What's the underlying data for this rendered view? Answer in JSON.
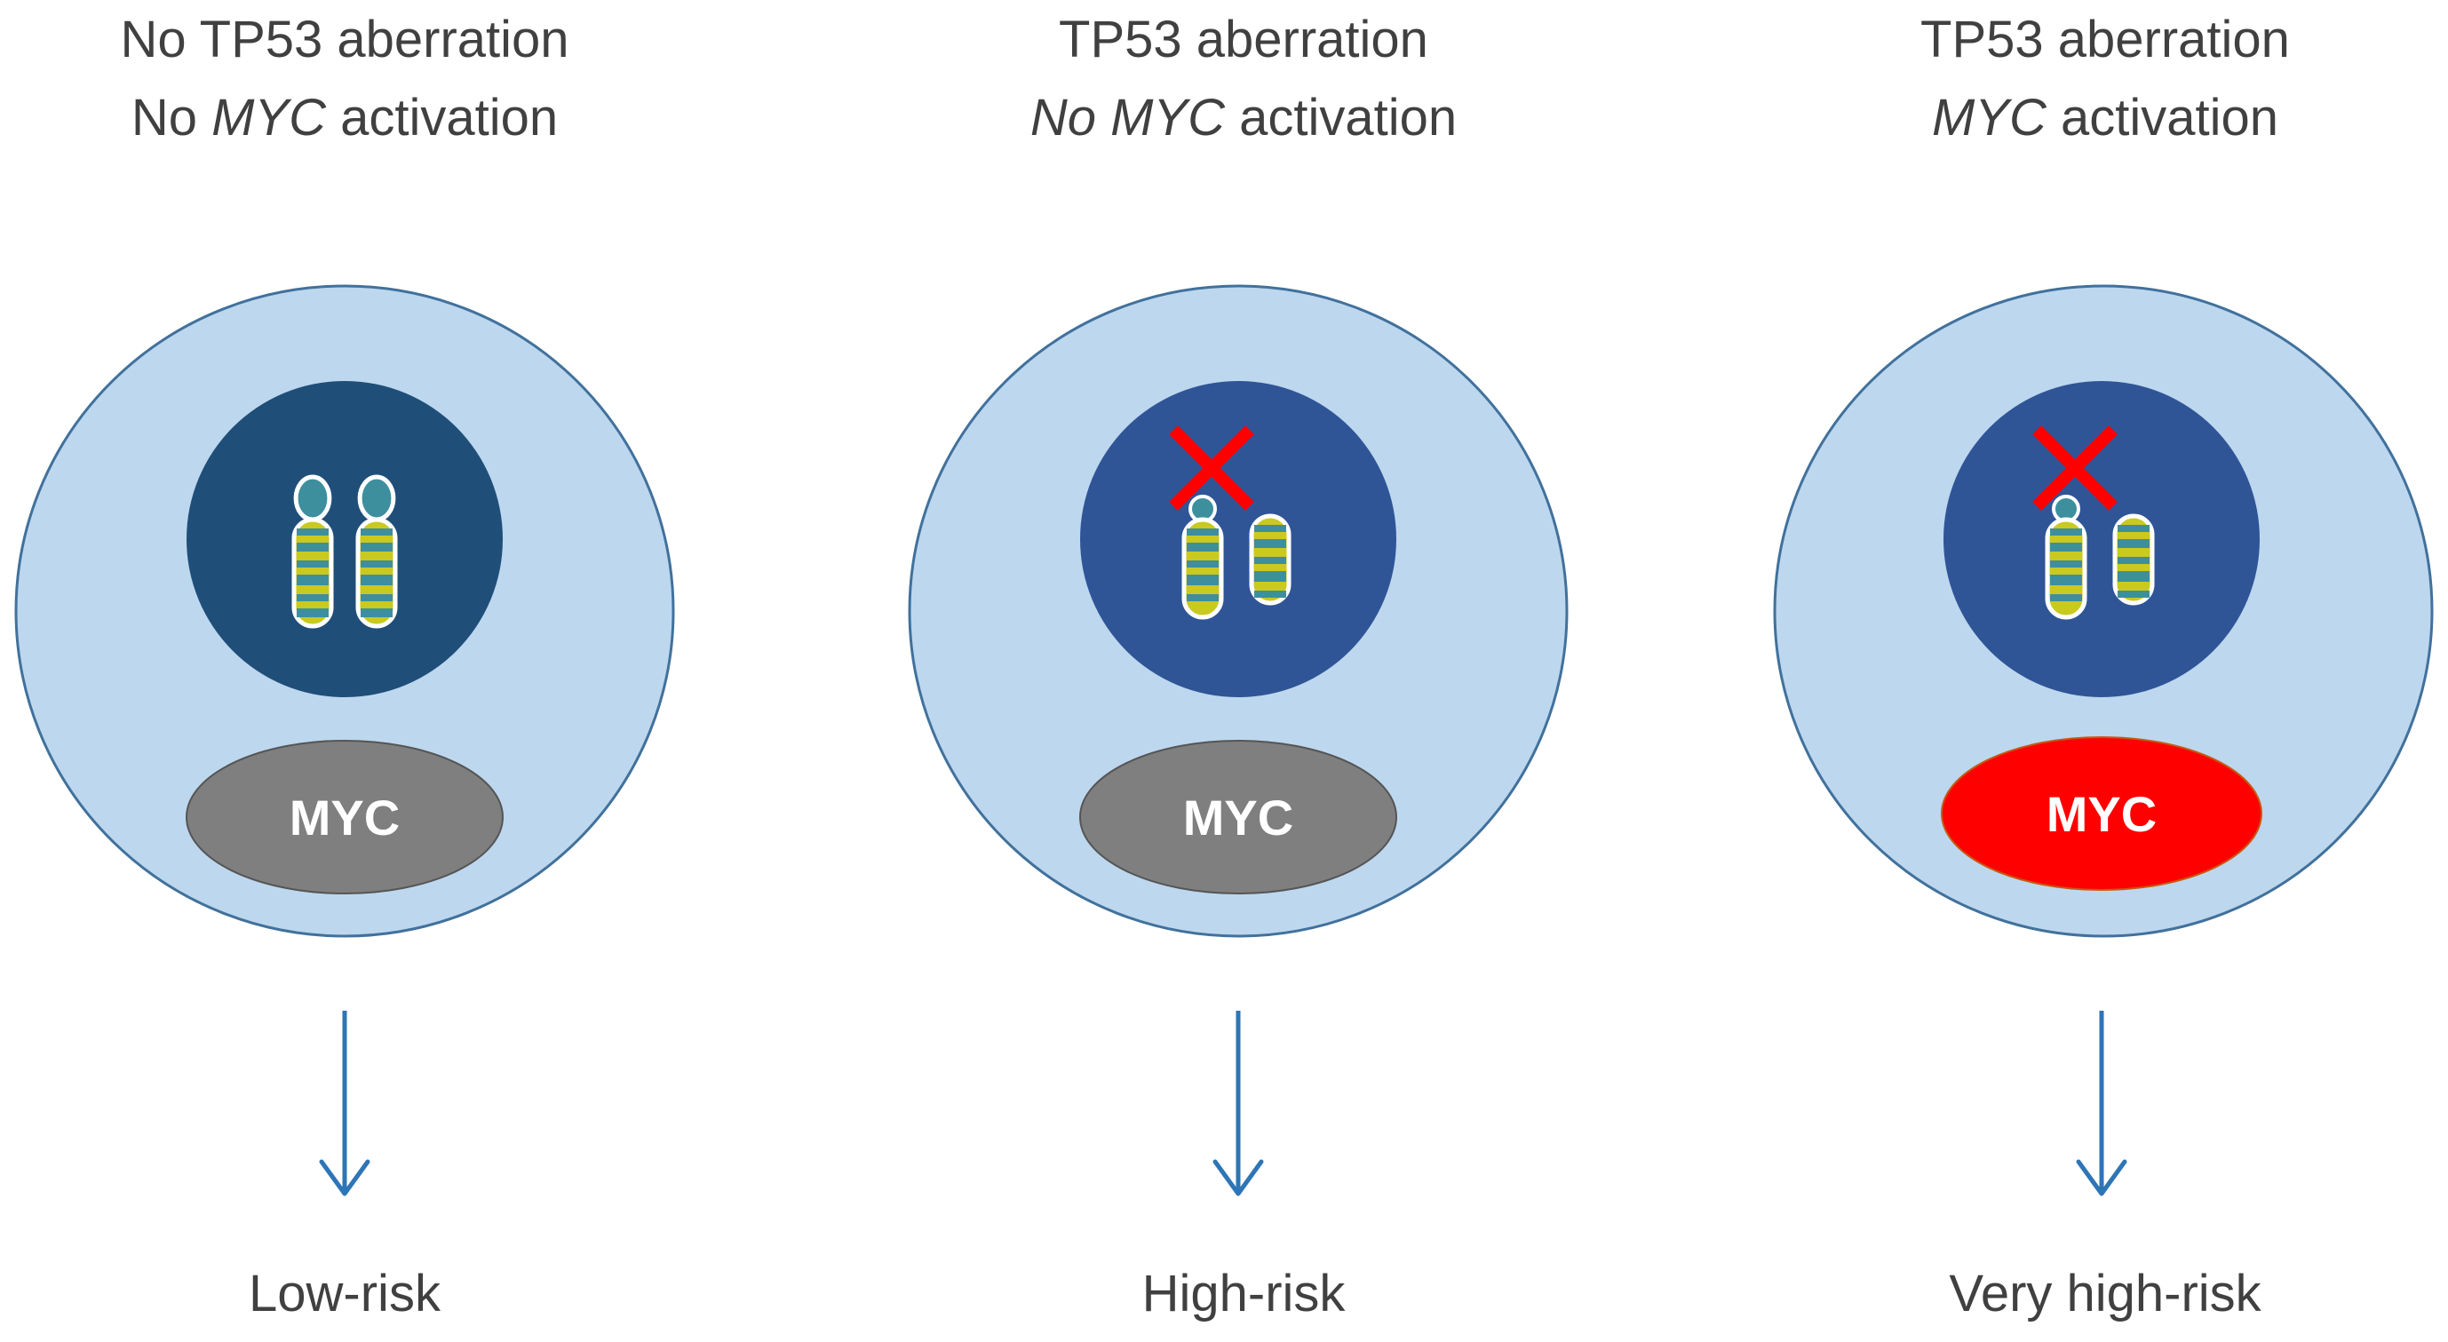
{
  "colors": {
    "cell_fill": "#bdd7ee",
    "cell_stroke": "#41719c",
    "nucleus_normal": "#1f4e79",
    "nucleus_aberrant": "#2f5597",
    "chromosome_yellow": "#c9c920",
    "chromosome_teal": "#3d8f9e",
    "myc_inactive": "#7f7f7f",
    "myc_active": "#ff0000",
    "cross": "#ff0000",
    "arrow": "#2e75b6",
    "text": "#404040"
  },
  "panels": [
    {
      "title_line1": [
        {
          "text": "No TP53 aberration",
          "italic": false
        }
      ],
      "title_line2": [
        {
          "text": "No ",
          "italic": false
        },
        {
          "text": "MYC",
          "italic": true
        },
        {
          "text": " activation",
          "italic": false
        }
      ],
      "tp53_aberration": false,
      "myc_active": false,
      "myc_label": "MYC",
      "outcome": "Low-risk"
    },
    {
      "title_line1": [
        {
          "text": "TP53 aberration",
          "italic": false
        }
      ],
      "title_line2": [
        {
          "text": "No MYC",
          "italic": true
        },
        {
          "text": " activation",
          "italic": false
        }
      ],
      "tp53_aberration": true,
      "myc_active": false,
      "myc_label": "MYC",
      "outcome": "High-risk"
    },
    {
      "title_line1": [
        {
          "text": "TP53 aberration",
          "italic": false
        }
      ],
      "title_line2": [
        {
          "text": "MYC",
          "italic": true
        },
        {
          "text": " activation",
          "italic": false
        }
      ],
      "tp53_aberration": true,
      "myc_active": true,
      "myc_label": "MYC",
      "outcome": "Very high-risk"
    }
  ]
}
